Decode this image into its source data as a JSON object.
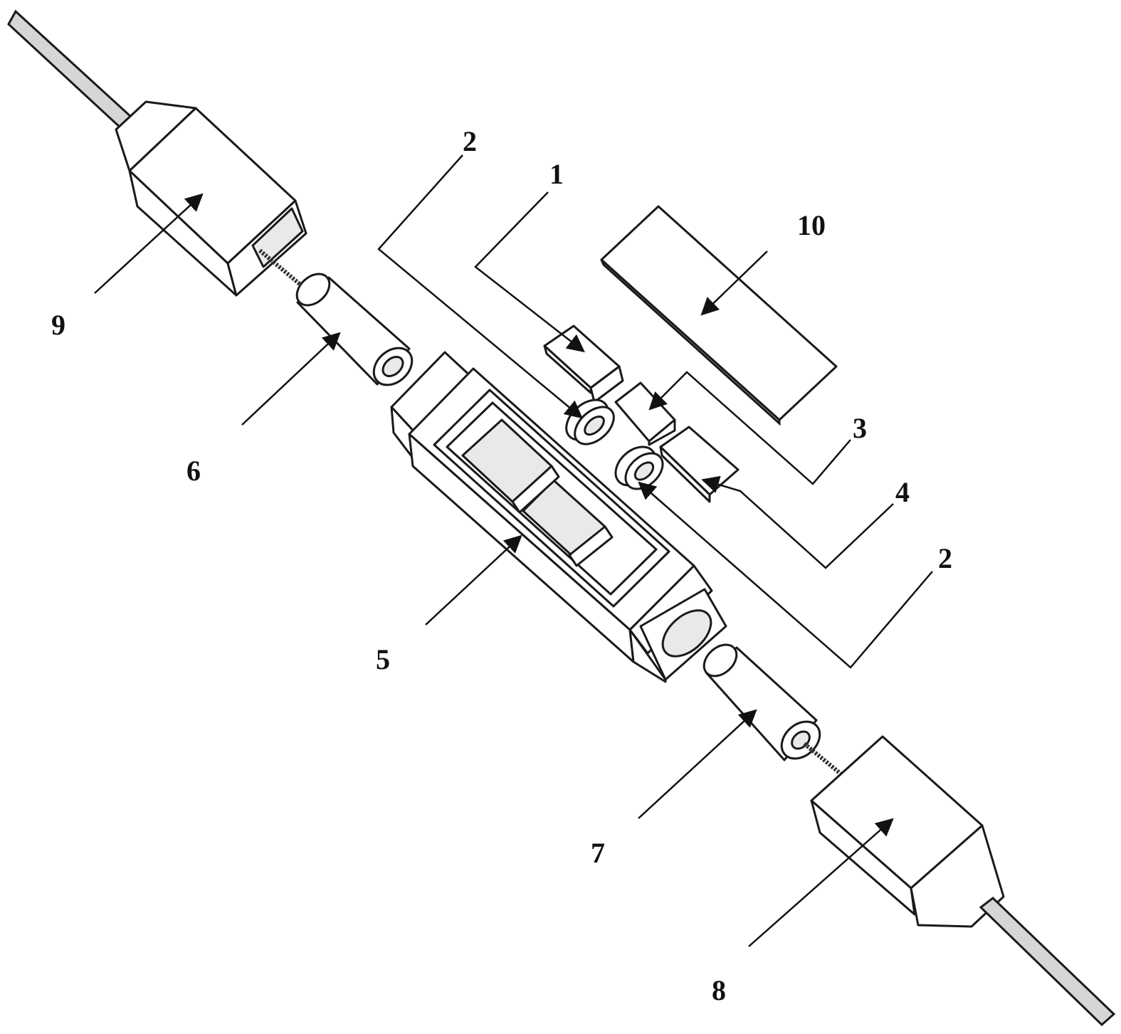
{
  "figure": {
    "labels": {
      "l1": "1",
      "l2a": "2",
      "l2b": "2",
      "l3": "3",
      "l4": "4",
      "l5": "5",
      "l6": "6",
      "l7": "7",
      "l8": "8",
      "l9": "9",
      "l10": "10"
    },
    "colors": {
      "stroke": "#1a1a1a",
      "background": "#ffffff"
    }
  }
}
